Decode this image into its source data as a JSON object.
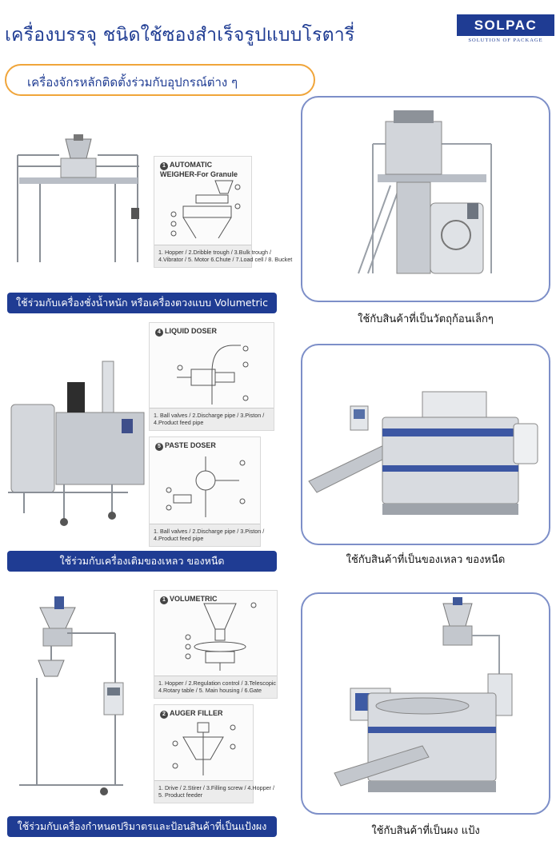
{
  "header": {
    "title": "เครื่องบรรจุ ชนิดใช้ซองสำเร็จรูปแบบโรตารี่",
    "logo_text": "SOLPAC",
    "logo_tagline": "SOLUTION OF PACKAGE",
    "subtitle": "เครื่องจักรหลักติดตั้งร่วมกับอุปกรณ์ต่าง ๆ"
  },
  "sections": [
    {
      "diagrams": [
        {
          "number": "1",
          "title_lines": [
            "AUTOMATIC",
            "WEIGHER-For Granule"
          ],
          "legend_lines": [
            "1. Hopper / 2.Dribble trough / 3.Bulk trough /",
            "4.Vibrator / 5. Motor 6.Chute / 7.Load cell / 8. Bucket"
          ]
        }
      ],
      "caption": "ใช้ร่วมกับเครื่องชั่งน้ำหนัก หรือเครื่องตวงแบบ Volumetric",
      "photo_caption": "ใช้กับสินค้าที่เป็นวัตถุก้อนเล็กๆ"
    },
    {
      "diagrams": [
        {
          "number": "4",
          "title_lines": [
            "LIQUID DOSER"
          ],
          "legend_lines": [
            "1. Ball valves / 2.Discharge pipe / 3.Piston /",
            "4.Product feed pipe"
          ]
        },
        {
          "number": "5",
          "title_lines": [
            "PASTE DOSER"
          ],
          "legend_lines": [
            "1. Ball valves / 2.Discharge pipe / 3.Piston /",
            "4.Product feed pipe"
          ]
        }
      ],
      "caption": "ใช้ร่วมกับเครื่องเติมของเหลว ของหนืด",
      "photo_caption": "ใช้กับสินค้าที่เป็นของเหลว ของหนืด"
    },
    {
      "diagrams": [
        {
          "number": "1",
          "title_lines": [
            "VOLUMETRIC"
          ],
          "legend_lines": [
            "1. Hopper / 2.Regulation control / 3.Telescopic",
            "4.Rotary table / 5. Main housing / 6.Gate"
          ]
        },
        {
          "number": "2",
          "title_lines": [
            "AUGER FILLER"
          ],
          "legend_lines": [
            "1. Drive / 2.Stirer / 3.Filling screw / 4.Hopper /",
            "5. Product feeder"
          ]
        }
      ],
      "caption": "ใช้ร่วมกับเครื่องกำหนดปริมาตรและป้อนสินค้าที่เป็นแป้งผง",
      "photo_caption": "ใช้กับสินค้าที่เป็นผง แป้ง"
    }
  ],
  "colors": {
    "brand_blue": "#1f3c93",
    "pill_border": "#f0a53a",
    "photo_frame": "#7d8fc8",
    "steel": "#c9ccd1"
  }
}
